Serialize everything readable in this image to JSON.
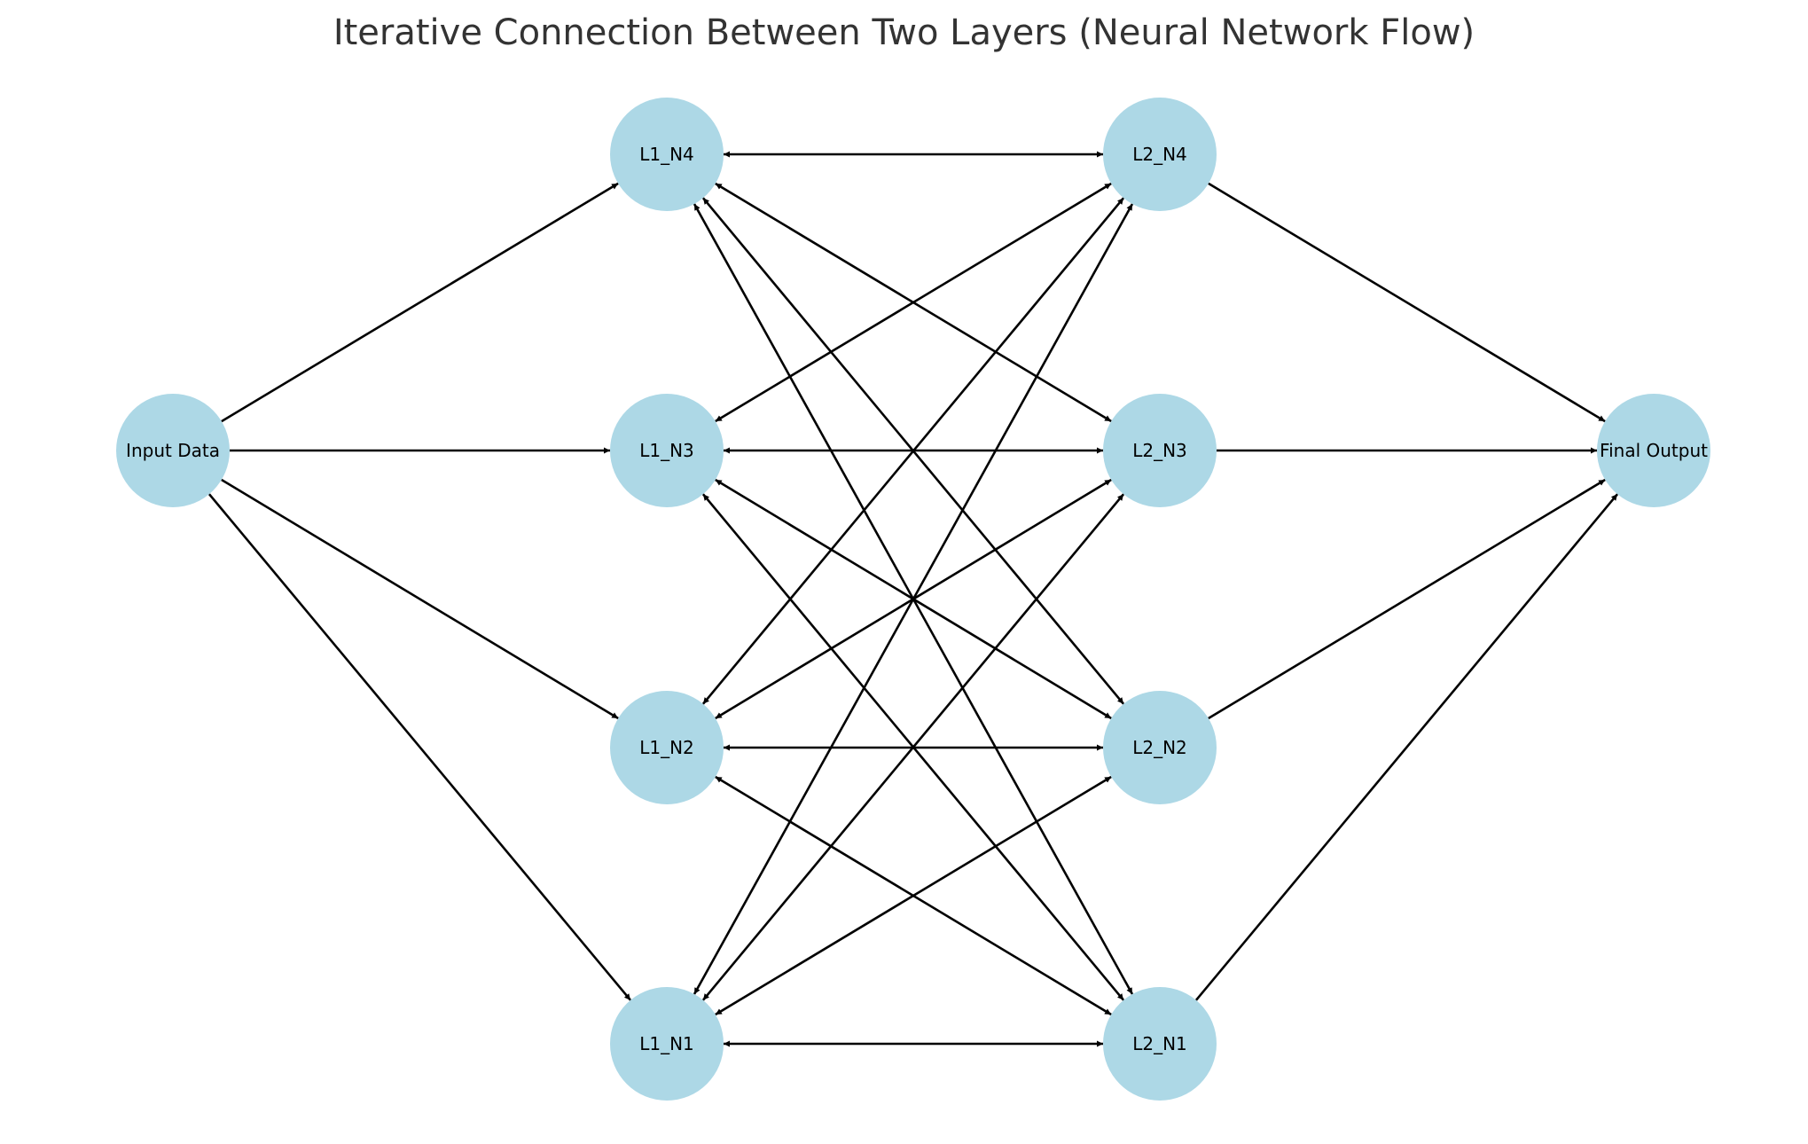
{
  "title": "Iterative Connection Between Two Layers (Neural Network Flow)",
  "colors": {
    "node_fill": "#add8e6",
    "edge": "#000000",
    "title": "#333333"
  },
  "nodes": [
    {
      "id": "input",
      "label": "Input Data",
      "column": 0,
      "row": 2
    },
    {
      "id": "L1_N4",
      "label": "L1_N4",
      "column": 1,
      "row": 3
    },
    {
      "id": "L1_N3",
      "label": "L1_N3",
      "column": 1,
      "row": 2
    },
    {
      "id": "L1_N2",
      "label": "L1_N2",
      "column": 1,
      "row": 1
    },
    {
      "id": "L1_N1",
      "label": "L1_N1",
      "column": 1,
      "row": 0
    },
    {
      "id": "L2_N4",
      "label": "L2_N4",
      "column": 2,
      "row": 3
    },
    {
      "id": "L2_N3",
      "label": "L2_N3",
      "column": 2,
      "row": 2
    },
    {
      "id": "L2_N2",
      "label": "L2_N2",
      "column": 2,
      "row": 1
    },
    {
      "id": "L2_N1",
      "label": "L2_N1",
      "column": 2,
      "row": 0
    },
    {
      "id": "output",
      "label": "Final Output",
      "column": 3,
      "row": 2
    }
  ],
  "edges": [
    {
      "from": "input",
      "to": "L1_N4"
    },
    {
      "from": "input",
      "to": "L1_N3"
    },
    {
      "from": "input",
      "to": "L1_N2"
    },
    {
      "from": "input",
      "to": "L1_N1"
    },
    {
      "from": "L1_N4",
      "to": "L2_N4",
      "bidirectional": true
    },
    {
      "from": "L1_N4",
      "to": "L2_N3",
      "bidirectional": true
    },
    {
      "from": "L1_N4",
      "to": "L2_N2",
      "bidirectional": true
    },
    {
      "from": "L1_N4",
      "to": "L2_N1",
      "bidirectional": true
    },
    {
      "from": "L1_N3",
      "to": "L2_N4",
      "bidirectional": true
    },
    {
      "from": "L1_N3",
      "to": "L2_N3",
      "bidirectional": true
    },
    {
      "from": "L1_N3",
      "to": "L2_N2",
      "bidirectional": true
    },
    {
      "from": "L1_N3",
      "to": "L2_N1",
      "bidirectional": true
    },
    {
      "from": "L1_N2",
      "to": "L2_N4",
      "bidirectional": true
    },
    {
      "from": "L1_N2",
      "to": "L2_N3",
      "bidirectional": true
    },
    {
      "from": "L1_N2",
      "to": "L2_N2",
      "bidirectional": true
    },
    {
      "from": "L1_N2",
      "to": "L2_N1",
      "bidirectional": true
    },
    {
      "from": "L1_N1",
      "to": "L2_N4",
      "bidirectional": true
    },
    {
      "from": "L1_N1",
      "to": "L2_N3",
      "bidirectional": true
    },
    {
      "from": "L1_N1",
      "to": "L2_N2",
      "bidirectional": true
    },
    {
      "from": "L1_N1",
      "to": "L2_N1",
      "bidirectional": true
    },
    {
      "from": "L2_N4",
      "to": "output"
    },
    {
      "from": "L2_N3",
      "to": "output"
    },
    {
      "from": "L2_N2",
      "to": "output"
    },
    {
      "from": "L2_N1",
      "to": "output"
    }
  ]
}
